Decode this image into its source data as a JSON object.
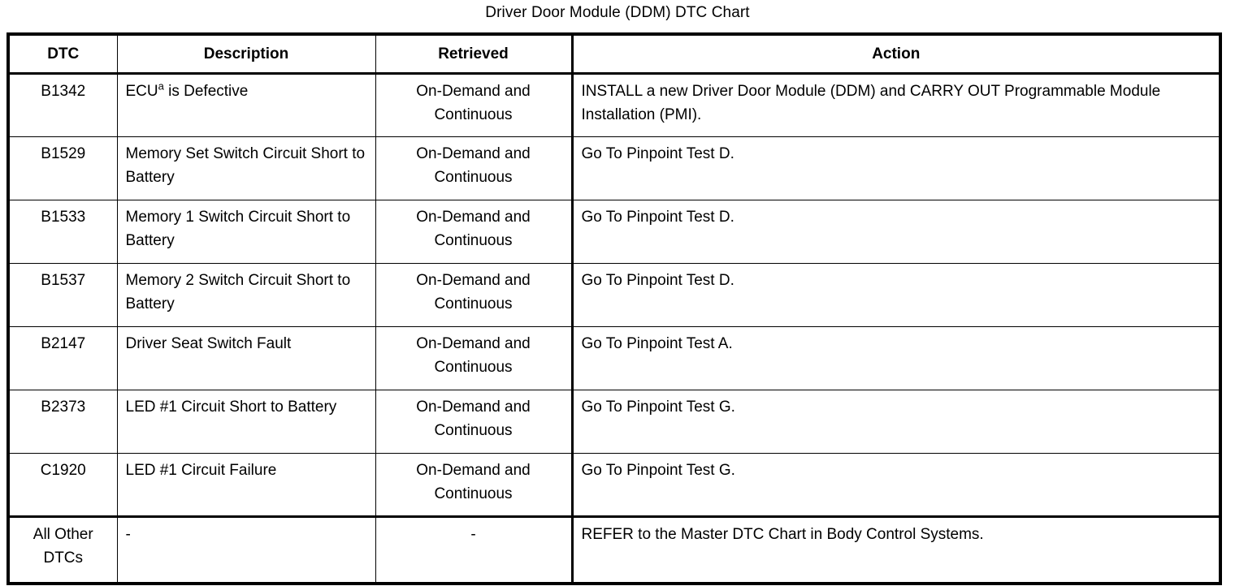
{
  "title": "Driver Door Module (DDM) DTC Chart",
  "table": {
    "headers": {
      "dtc": "DTC",
      "description": "Description",
      "retrieved": "Retrieved",
      "action": "Action"
    },
    "rows": [
      {
        "dtc": "B1342",
        "description_pre": "ECU",
        "description_sup": "a",
        "description_post": " is Defective",
        "retrieved": "On-Demand and\nContinuous",
        "action": "INSTALL a new Driver Door Module (DDM) and CARRY OUT Programmable Module Installation (PMI)."
      },
      {
        "dtc": "B1529",
        "description": "Memory Set Switch Circuit Short to Battery",
        "retrieved": "On-Demand and\nContinuous",
        "action": "Go To Pinpoint Test D."
      },
      {
        "dtc": "B1533",
        "description": "Memory 1 Switch Circuit Short to Battery",
        "retrieved": "On-Demand and\nContinuous",
        "action": "Go To Pinpoint Test D."
      },
      {
        "dtc": "B1537",
        "description": "Memory 2 Switch Circuit Short to Battery",
        "retrieved": "On-Demand and\nContinuous",
        "action": "Go To Pinpoint Test D."
      },
      {
        "dtc": "B2147",
        "description": "Driver Seat Switch Fault",
        "retrieved": "On-Demand and\nContinuous",
        "action": "Go To Pinpoint Test A."
      },
      {
        "dtc": "B2373",
        "description": "LED #1 Circuit Short to Battery",
        "retrieved": "On-Demand and\nContinuous",
        "action": "Go To Pinpoint Test G."
      },
      {
        "dtc": "C1920",
        "description": "LED #1 Circuit Failure",
        "retrieved": "On-Demand and\nContinuous",
        "action": "Go To Pinpoint Test G."
      },
      {
        "dtc": "All Other\nDTCs",
        "description": "-",
        "retrieved": "-",
        "action": "REFER to the Master DTC Chart in Body Control Systems."
      }
    ]
  }
}
